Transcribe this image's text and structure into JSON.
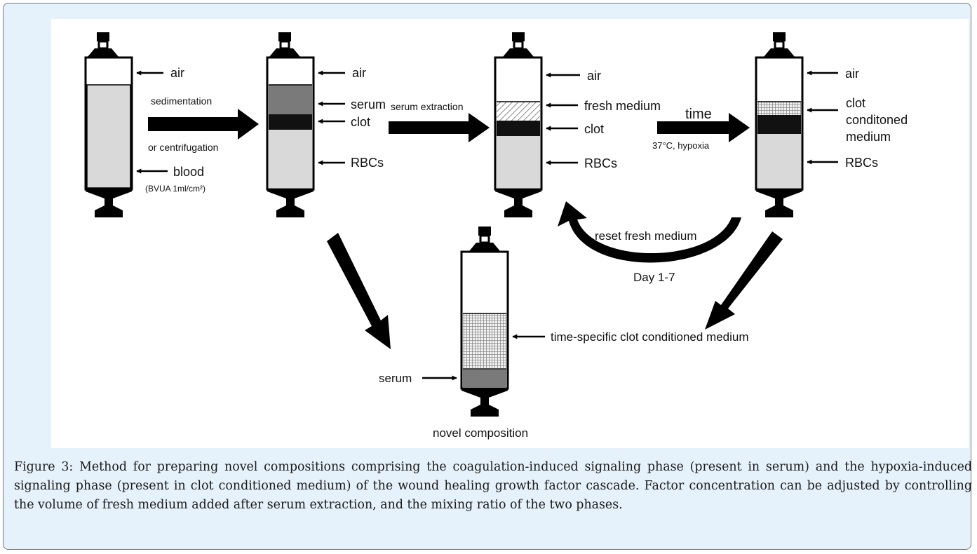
{
  "colors": {
    "figure_background": "#e6f2fb",
    "blood": "#d9d9d9",
    "serum": "#7a7a7a",
    "clot": "#111111",
    "fresh_medium": "hatched",
    "conditioned_medium": "cross-hatched",
    "arrow": "#000000"
  },
  "syringe1": {
    "air": "air",
    "blood": "blood",
    "blood_note": "(BVUA 1ml/cm²)"
  },
  "step1": {
    "top": "sedimentation",
    "bottom": "or centrifugation"
  },
  "syringe2": {
    "air": "air",
    "serum": "serum",
    "clot": "clot",
    "rbcs": "RBCs"
  },
  "step2": {
    "label": "serum extraction"
  },
  "syringe3": {
    "air": "air",
    "fresh_medium": "fresh medium",
    "clot": "clot",
    "rbcs": "RBCs"
  },
  "step3": {
    "top": "time",
    "bottom": "37°C, hypoxia"
  },
  "syringe4": {
    "air": "air",
    "medium_line1": "clot",
    "medium_line2": "conditoned",
    "medium_line3": "medium",
    "rbcs": "RBCs"
  },
  "reset": {
    "label": "reset fresh medium",
    "days": "Day 1-7"
  },
  "syringe5": {
    "medium": "time-specific clot conditioned medium",
    "serum": "serum",
    "caption": "novel composition"
  },
  "caption": "Figure 3: Method for preparing novel compositions comprising the coagulation-induced signaling phase (present in serum) and the hypoxia-induced signaling phase (present in clot conditioned medium) of the wound healing growth factor cascade. Factor concentration can be adjusted by controlling the volume of fresh medium added after serum extraction, and the mixing ratio of the two phases."
}
